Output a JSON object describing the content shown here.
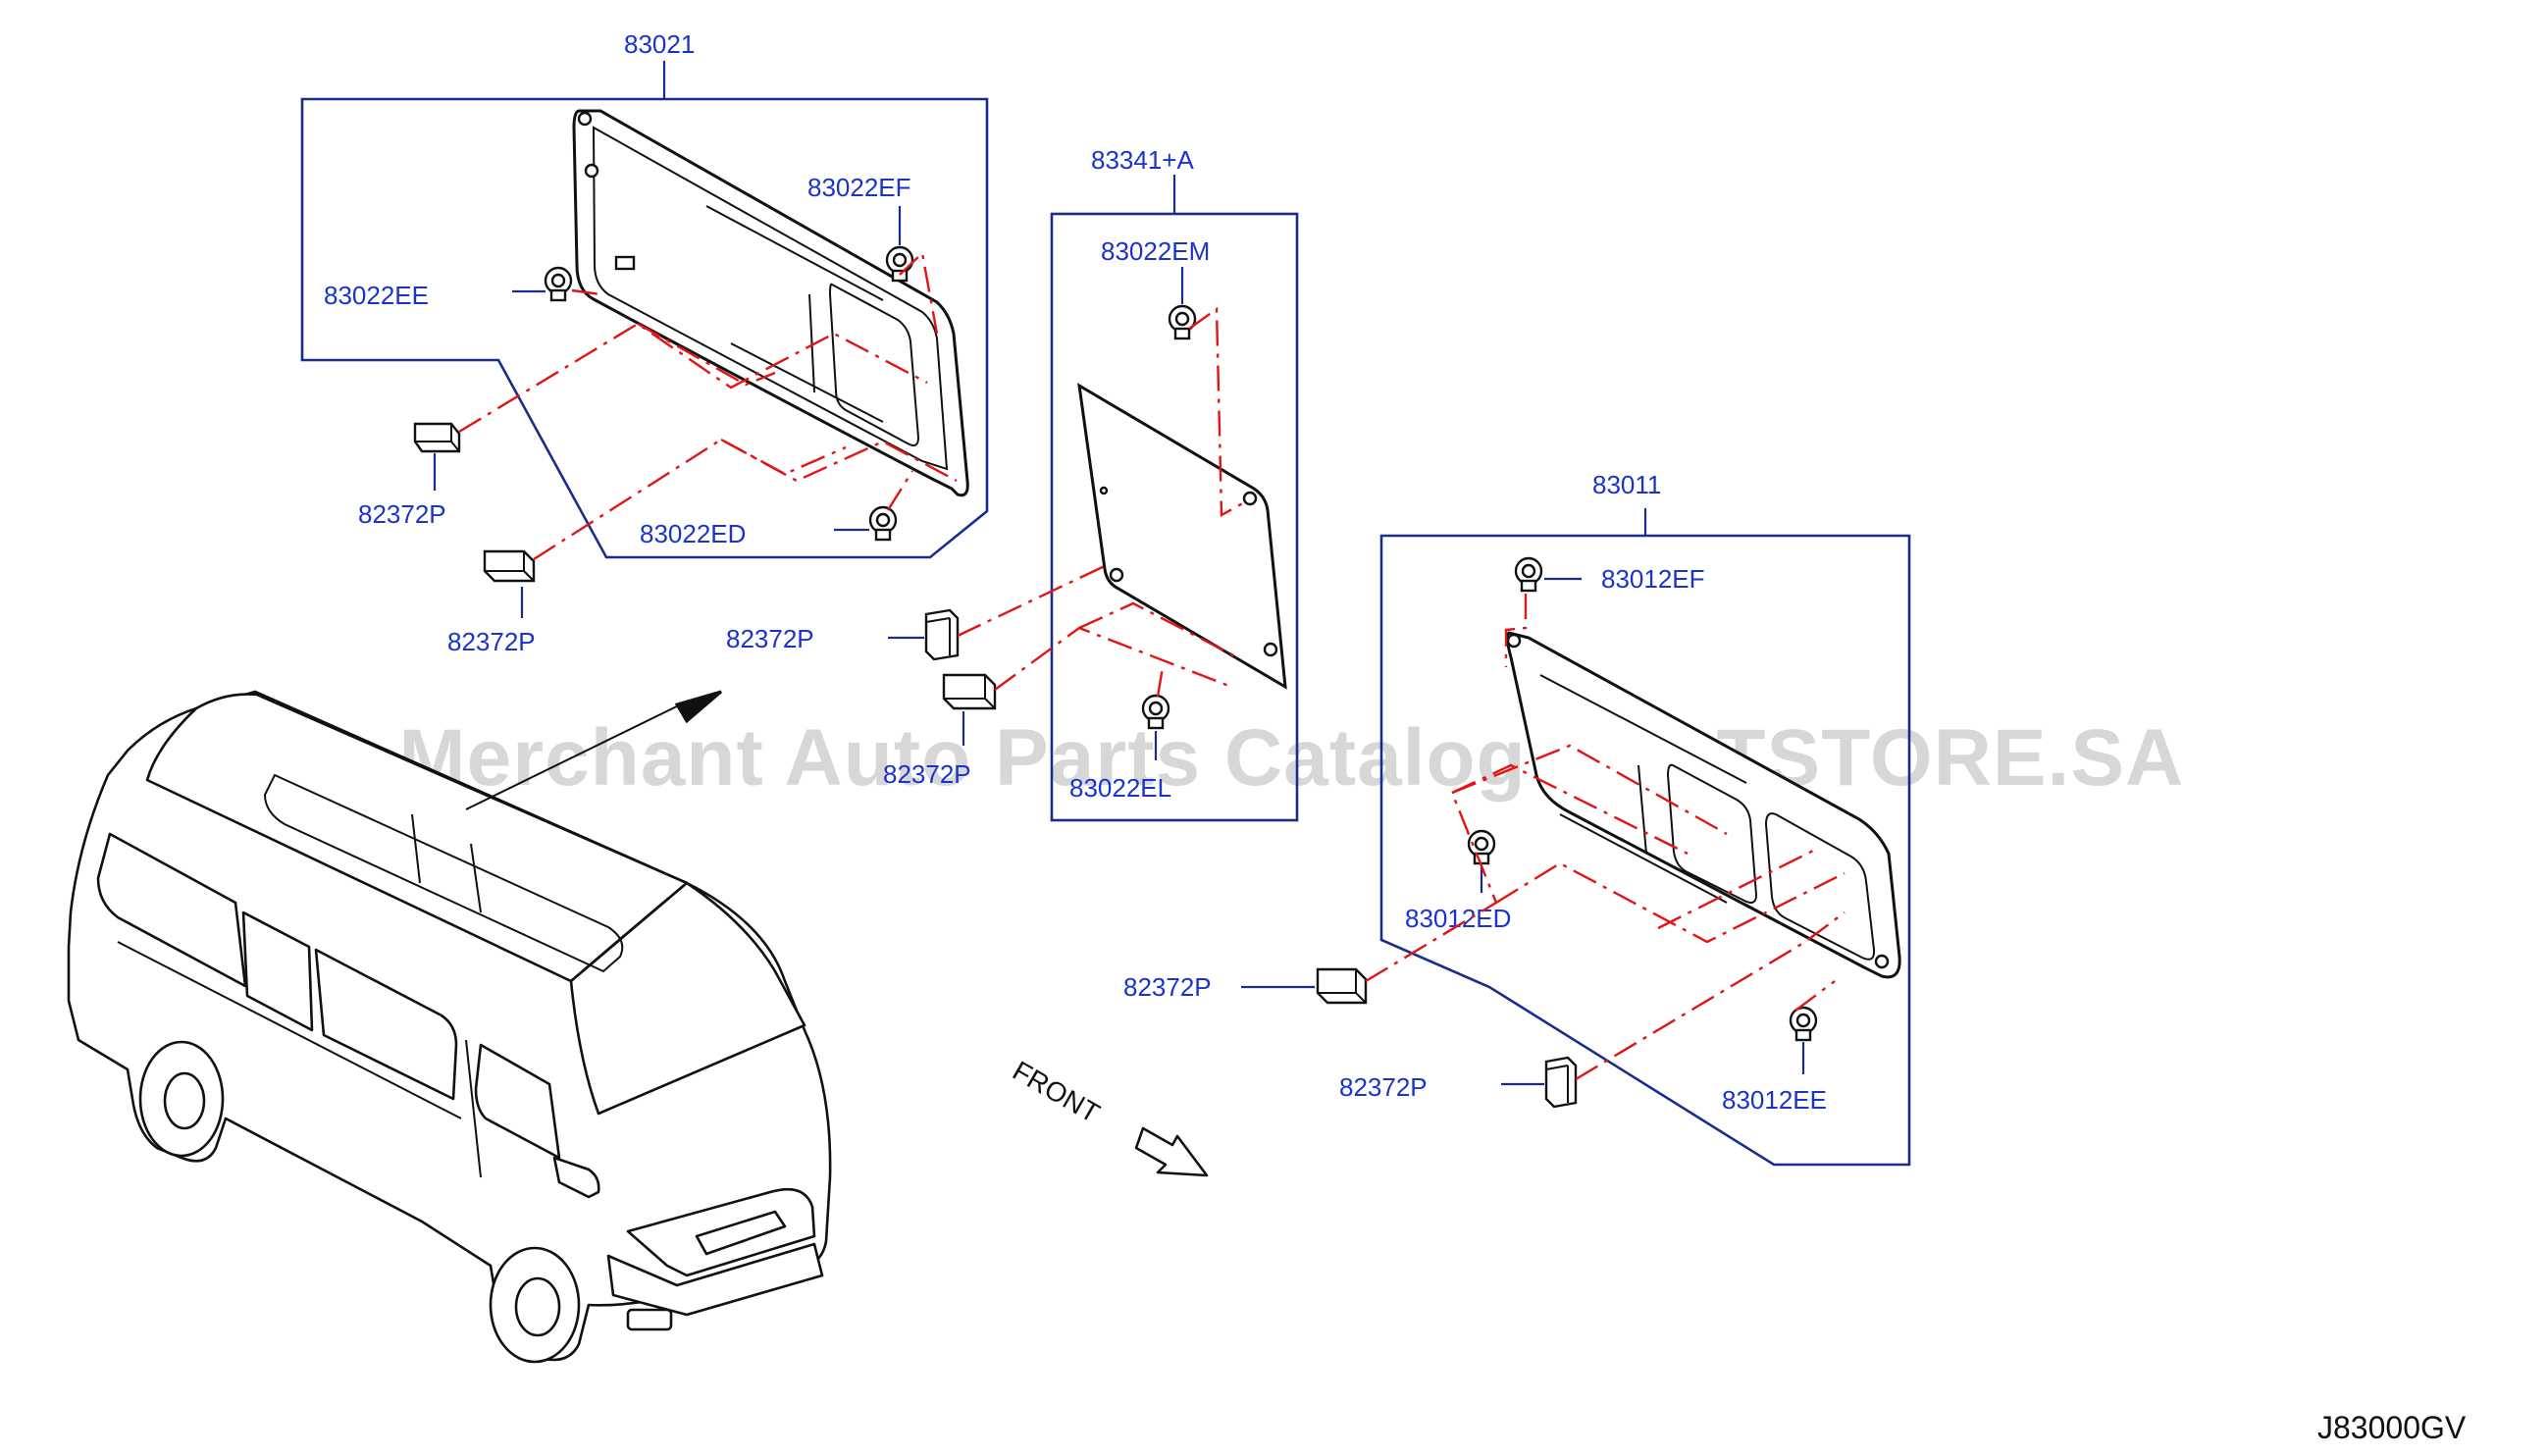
{
  "figure_code": "J83000GV",
  "front_label": "FRONT",
  "watermark": "Offers Merchant Auto Parts Catalog PARTSTORE.SA",
  "colors": {
    "label": "#1a33cc",
    "box": "#1a2c8c",
    "centerline": "#e01515",
    "linework": "#111111",
    "watermark": "#c8c8c8"
  },
  "callouts": {
    "rear_panel_assy": "83021",
    "rear_clip_ef": "83022EF",
    "rear_clip_ee": "83022EE",
    "rear_clip_ed": "83022ED",
    "rear_spacer_a": "82372P",
    "rear_spacer_b": "82372P",
    "center_panel_assy": "83341+A",
    "center_clip_em": "83022EM",
    "center_clip_el": "83022EL",
    "center_spacer_a": "82372P",
    "center_spacer_b": "82372P",
    "front_panel_assy": "83011",
    "front_clip_ef": "83012EF",
    "front_clip_ed": "83012ED",
    "front_clip_ee": "83012EE",
    "front_spacer_a": "82372P",
    "front_spacer_b": "82372P"
  }
}
